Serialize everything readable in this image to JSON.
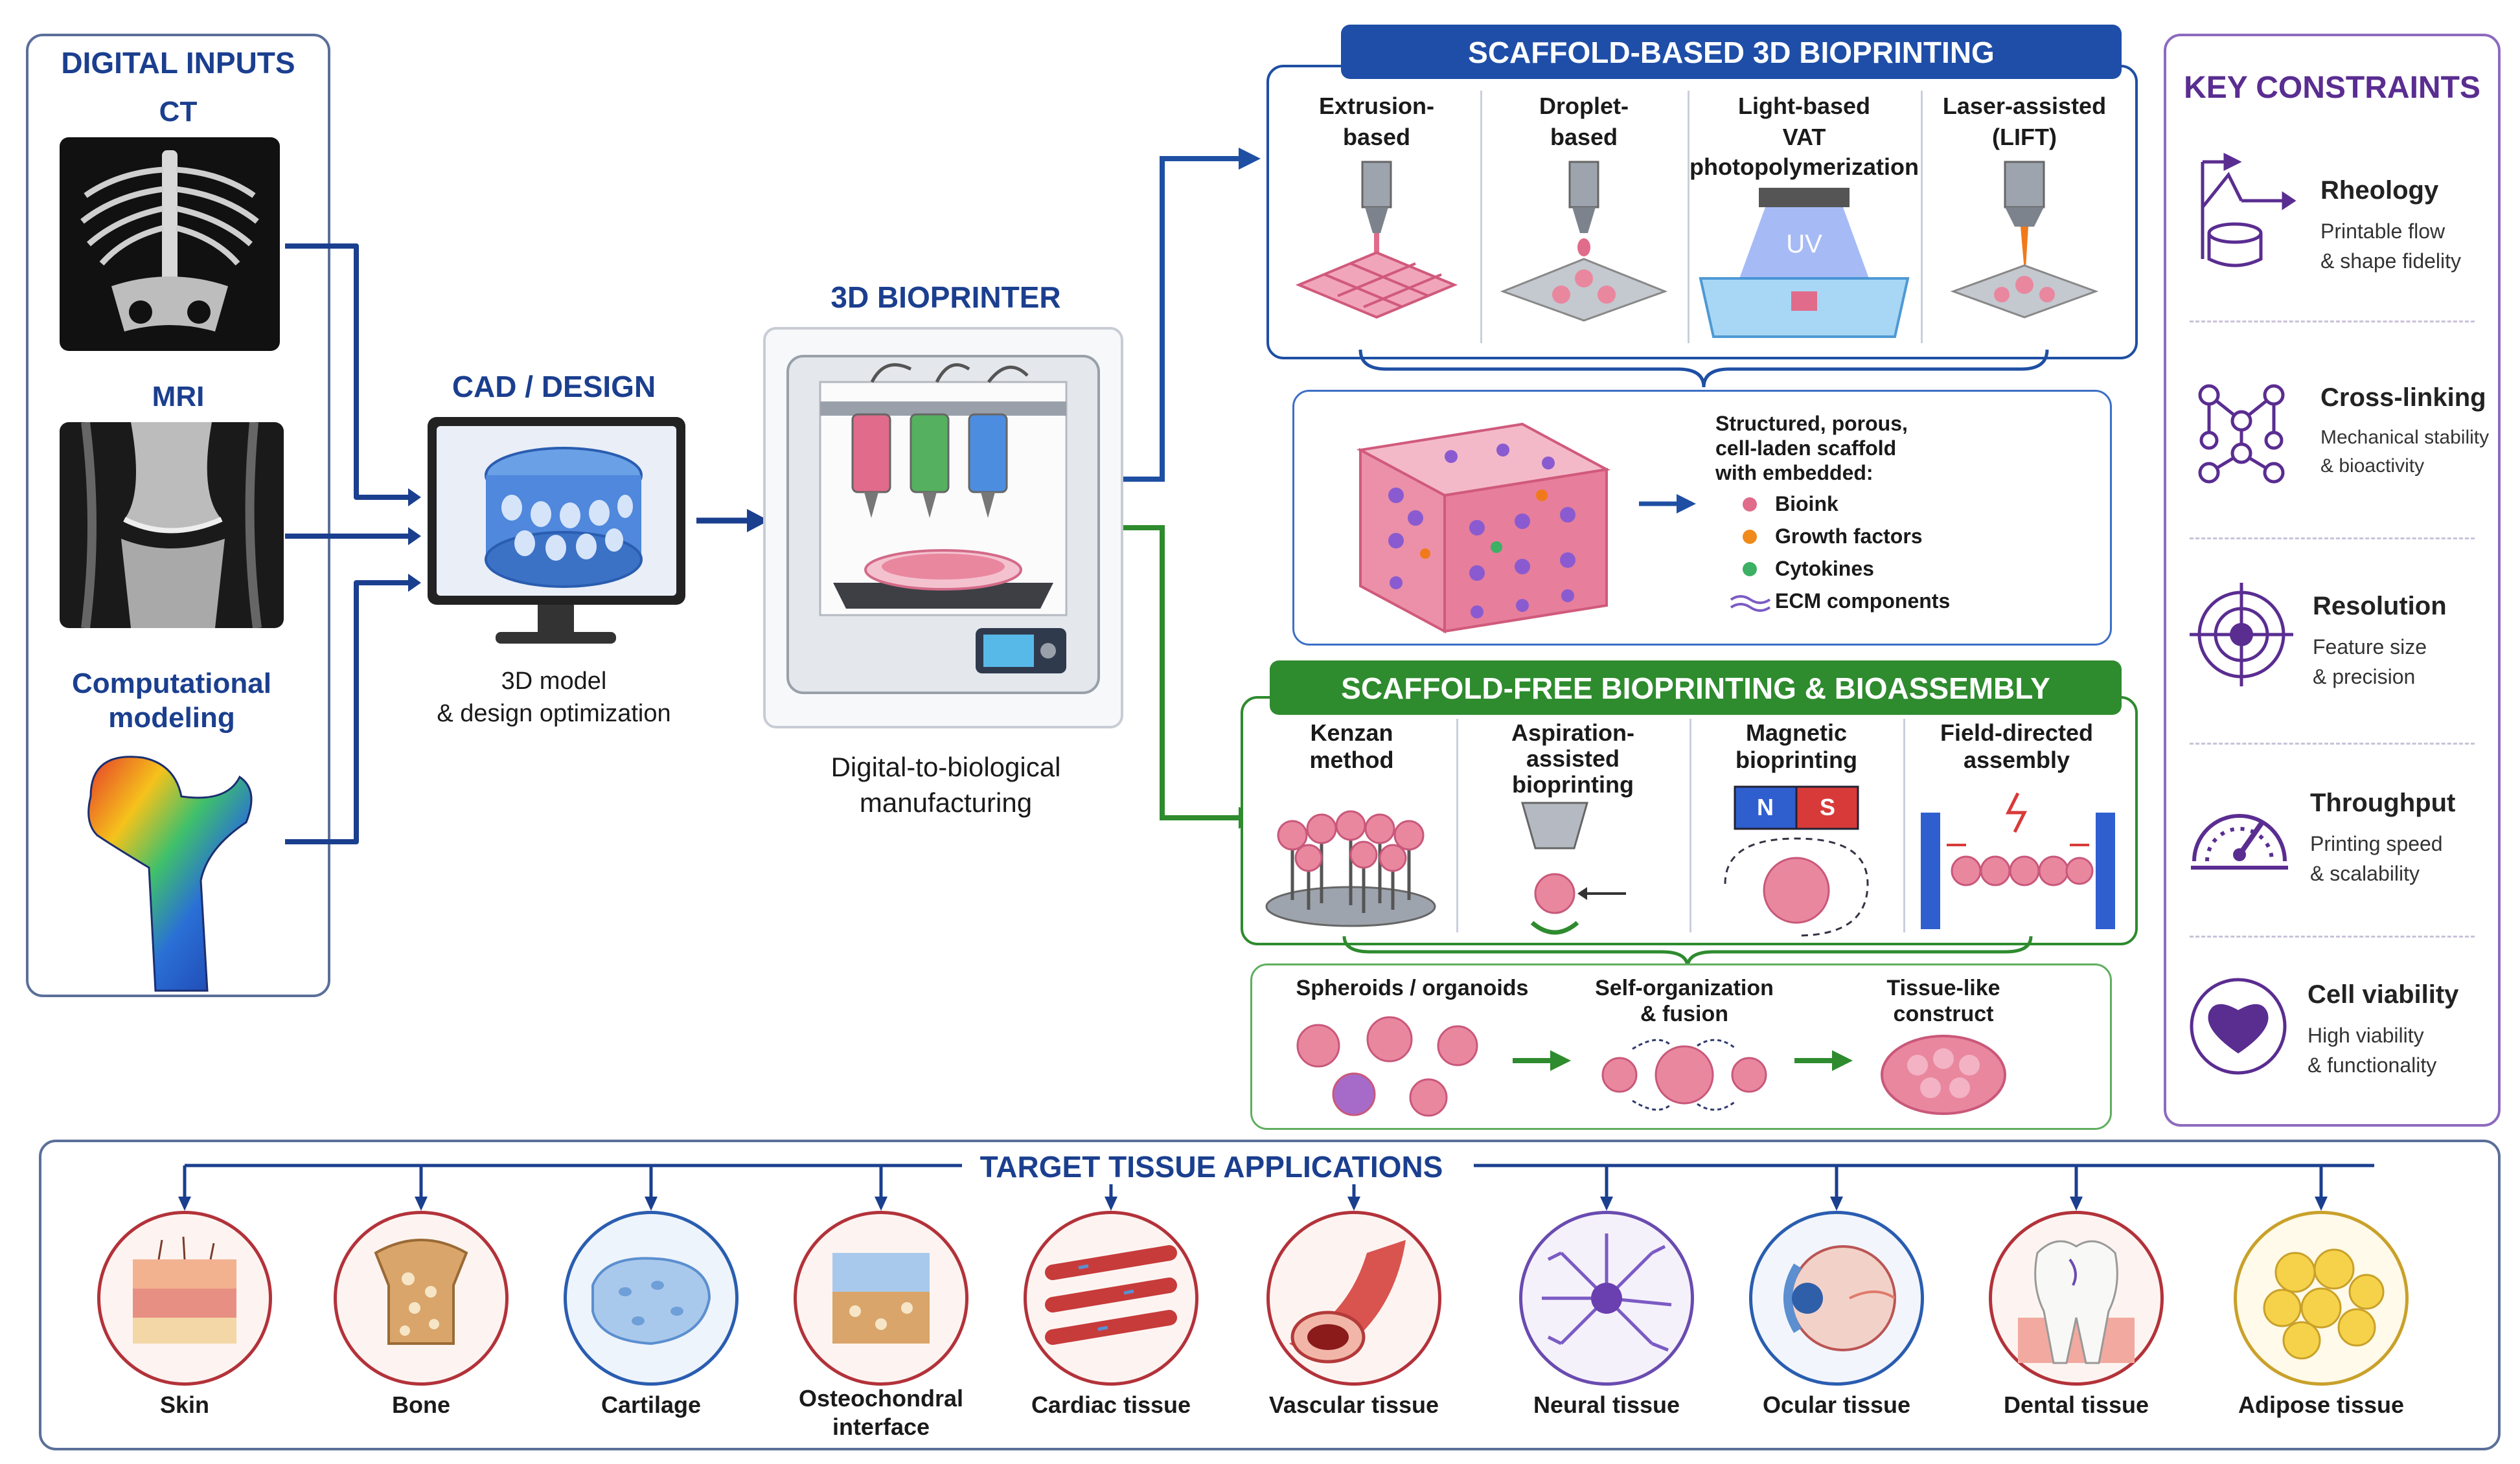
{
  "digital_inputs": {
    "title": "DIGITAL INPUTS",
    "ct": "CT",
    "mri": "MRI",
    "computational": "Computational modeling"
  },
  "cad": {
    "title": "CAD / DESIGN",
    "caption_line1": "3D model",
    "caption_line2": "& design optimization"
  },
  "printer": {
    "title": "3D BIOPRINTER",
    "caption_line1": "Digital-to-biological",
    "caption_line2": "manufacturing"
  },
  "scaffold_based": {
    "title": "SCAFFOLD-BASED 3D BIOPRINTING",
    "methods": [
      {
        "line1": "Extrusion-",
        "line2": "based",
        "line3": ""
      },
      {
        "line1": "Droplet-",
        "line2": "based",
        "line3": ""
      },
      {
        "line1": "Light-based",
        "line2": "VAT",
        "line3": "photopolymerization"
      },
      {
        "line1": "Laser-assisted",
        "line2": "(LIFT)",
        "line3": ""
      }
    ],
    "uv_label": "UV",
    "scaffold_desc": [
      "Structured, porous,",
      "cell-laden scaffold",
      "with embedded:"
    ],
    "legend": [
      "Bioink",
      "Growth factors",
      "Cytokines",
      "ECM components"
    ]
  },
  "scaffold_free": {
    "title": "SCAFFOLD-FREE BIOPRINTING & BIOASSEMBLY",
    "methods": [
      {
        "line1": "Kenzan",
        "line2": "method",
        "line3": ""
      },
      {
        "line1": "Aspiration-",
        "line2": "assisted",
        "line3": "bioprinting"
      },
      {
        "line1": "Magnetic",
        "line2": "bioprinting",
        "line3": ""
      },
      {
        "line1": "Field-directed",
        "line2": "assembly",
        "line3": ""
      }
    ],
    "magnet_n": "N",
    "magnet_s": "S",
    "process": [
      {
        "line1": "Spheroids / organoids",
        "line2": ""
      },
      {
        "line1": "Self-organization",
        "line2": "& fusion"
      },
      {
        "line1": "Tissue-like",
        "line2": "construct"
      }
    ]
  },
  "constraints": {
    "title": "KEY CONSTRAINTS",
    "items": [
      {
        "title": "Rheology",
        "line1": "Printable flow",
        "line2": "& shape fidelity"
      },
      {
        "title": "Cross-linking",
        "line1": "Mechanical stability",
        "line2": "& bioactivity"
      },
      {
        "title": "Resolution",
        "line1": "Feature size",
        "line2": "& precision"
      },
      {
        "title": "Throughput",
        "line1": "Printing speed",
        "line2": "& scalability"
      },
      {
        "title": "Cell viability",
        "line1": "High viability",
        "line2": "& functionality"
      }
    ]
  },
  "applications": {
    "title": "TARGET TISSUE APPLICATIONS",
    "tissues": [
      {
        "line1": "Skin",
        "line2": ""
      },
      {
        "line1": "Bone",
        "line2": ""
      },
      {
        "line1": "Cartilage",
        "line2": ""
      },
      {
        "line1": "Osteochondral",
        "line2": "interface"
      },
      {
        "line1": "Cardiac tissue",
        "line2": ""
      },
      {
        "line1": "Vascular tissue",
        "line2": ""
      },
      {
        "line1": "Neural tissue",
        "line2": ""
      },
      {
        "line1": "Ocular tissue",
        "line2": ""
      },
      {
        "line1": "Dental tissue",
        "line2": ""
      },
      {
        "line1": "Adipose tissue",
        "line2": ""
      }
    ]
  },
  "colors": {
    "navy": "#1b3f8f",
    "scaffold_blue": "#1e4fa3",
    "scaffold_green": "#2e8b2e",
    "purple": "#5a2d91",
    "pink": "#e8789a"
  }
}
